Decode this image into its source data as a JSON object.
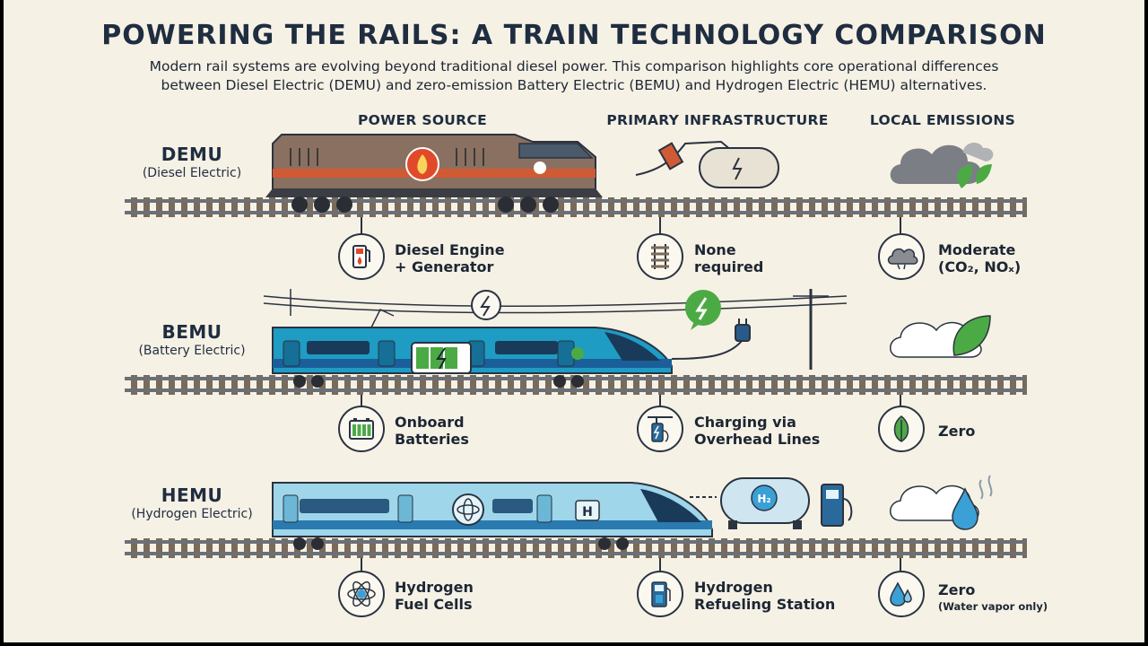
{
  "title": "POWERING THE RAILS: A TRAIN TECHNOLOGY COMPARISON",
  "subtitle_line1": "Modern rail systems are evolving beyond traditional diesel power. This comparison highlights core operational differences",
  "subtitle_line2": "between Diesel Electric (DEMU) and zero-emission Battery Electric (BEMU) and Hydrogen Electric (HEMU) alternatives.",
  "columns": [
    "POWER SOURCE",
    "PRIMARY INFRASTRUCTURE",
    "LOCAL EMISSIONS"
  ],
  "rows": [
    {
      "name": "DEMU",
      "full": "(Diesel Electric)",
      "power": [
        "Diesel Engine",
        "+ Generator"
      ],
      "infra": [
        "None",
        "required"
      ],
      "emissions": [
        "Moderate",
        "(CO₂, NOₓ)"
      ],
      "icons": {
        "power": "fuel-pump-icon",
        "infra": "track-icon",
        "emissions": "smoke-cloud-icon"
      }
    },
    {
      "name": "BEMU",
      "full": "(Battery Electric)",
      "power": [
        "Onboard",
        "Batteries"
      ],
      "infra": [
        "Charging via",
        "Overhead Lines"
      ],
      "emissions": [
        "Zero"
      ],
      "icons": {
        "power": "battery-icon",
        "infra": "charger-icon",
        "emissions": "leaf-icon"
      }
    },
    {
      "name": "HEMU",
      "full": "(Hydrogen Electric)",
      "power": [
        "Hydrogen",
        "Fuel Cells"
      ],
      "infra": [
        "Hydrogen",
        "Refueling Station"
      ],
      "emissions": [
        "Zero",
        "(Water vapor only)"
      ],
      "icons": {
        "power": "atom-icon",
        "infra": "h2-pump-icon",
        "emissions": "water-drop-icon"
      }
    }
  ],
  "badges": {
    "hydrogen_tank": "H₂",
    "hydrogen_logo": "H"
  },
  "colors": {
    "background": "#f6f1e5",
    "ink": "#1f2d40",
    "diesel_body": "#8a7060",
    "diesel_stripe": "#d05a34",
    "battery_body": "#1e9cc4",
    "hydrogen_body": "#9fd6ea",
    "leaf": "#4caa45",
    "water": "#3aa0d5"
  }
}
